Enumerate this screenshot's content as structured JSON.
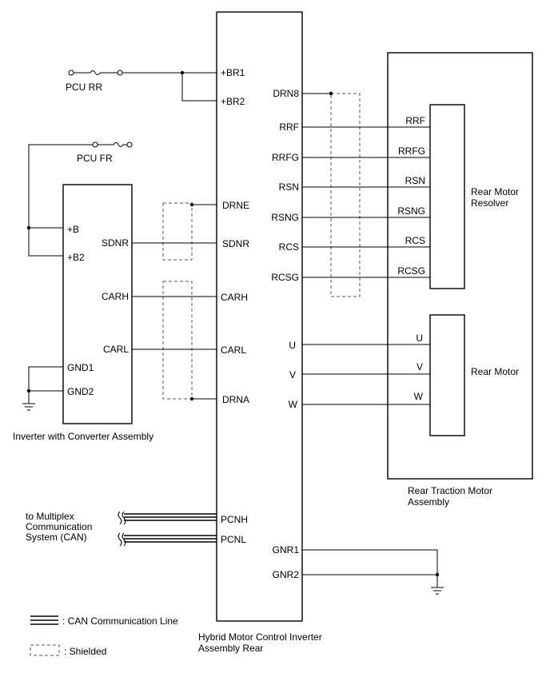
{
  "components": {
    "ecu": "Hybrid Motor Control Inverter Assembly Rear",
    "inverter": "Inverter with Converter Assembly",
    "rear_motor_resolver": "Rear Motor Resolver",
    "rear_motor": "Rear Motor",
    "rear_traction_assembly": "Rear Traction Motor Assembly",
    "can_system": "to Multiplex Communication System (CAN)"
  },
  "fuses": {
    "pcu_rr": "PCU RR",
    "pcu_fr": "PCU FR"
  },
  "ecu_pins": {
    "br1": "+BR1",
    "br2": "+BR2",
    "drne": "DRNE",
    "sdnr": "SDNR",
    "carh": "CARH",
    "carl": "CARL",
    "drna": "DRNA",
    "pcnh": "PCNH",
    "pcnl": "PCNL",
    "drn8": "DRN8",
    "rrf": "RRF",
    "rrfg": "RRFG",
    "rsn": "RSN",
    "rsng": "RSNG",
    "rcs": "RCS",
    "rcsg": "RCSG",
    "u": "U",
    "v": "V",
    "w": "W",
    "gnr1": "GNR1",
    "gnr2": "GNR2"
  },
  "inverter_pins": {
    "b": "+B",
    "b2": "+B2",
    "sdnr": "SDNR",
    "carh": "CARH",
    "carl": "CARL",
    "gnd1": "GND1",
    "gnd2": "GND2"
  },
  "resolver_pins": {
    "rrf": "RRF",
    "rrfg": "RRFG",
    "rsn": "RSN",
    "rsng": "RSNG",
    "rcs": "RCS",
    "rcsg": "RCSG"
  },
  "motor_pins": {
    "u": "U",
    "v": "V",
    "w": "W"
  },
  "legend": {
    "can": ": CAN Communication Line",
    "shielded": ": Shielded"
  }
}
